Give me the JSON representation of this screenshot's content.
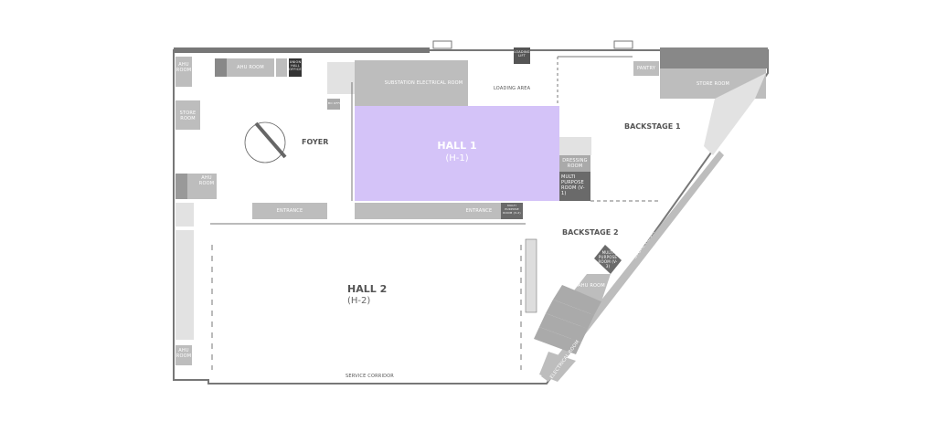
{
  "colors": {
    "hall1": "#d4c3f8",
    "room": "#bdbdbd",
    "dark_room": "#6a6a6a",
    "wall": "#7a7a7a",
    "light": "#e2e2e2"
  },
  "halls": [
    {
      "name": "HALL 1",
      "code": "(H-1)"
    },
    {
      "name": "HALL 2",
      "code": "(H-2)"
    }
  ],
  "areas": {
    "foyer": "FOYER",
    "backstage1": "BACKSTAGE 1",
    "backstage2": "BACKSTAGE 2",
    "loading": "LOADING AREA",
    "corridor": "SERVICE CORRIDOR"
  },
  "rooms": {
    "ahu_top_left": "AHU ROOM",
    "ahu_top": "AHU ROOM",
    "union": "UNION HALL OFFICE",
    "store_left": "STORE ROOM",
    "ahu_mid_left": "AHU ROOM",
    "ahu_bottom_left": "AHU ROOM",
    "substation": "SUBSTATION ELECTRICAL ROOM",
    "loading_lift": "LOADING LIFT",
    "pantry": "PANTRY",
    "store_right": "STORE ROOM",
    "dressing": "DRESSING ROOM",
    "mpr_v1": "MULTI PURPOSE ROOM (V-1)",
    "mpr_v2": "MULTI PURPOSE ROOM (V-2)",
    "mpr_v3": "MULTI PURPOSE ROOM (V-3)",
    "ahu_right": "AHU ROOM",
    "store_diag": "STORE ROOM",
    "electrical": "ELECTRICAL ROOM",
    "entrance1": "ENTRANCE",
    "entrance2": "ENTRANCE",
    "bo_office": "BO OFFICE"
  }
}
